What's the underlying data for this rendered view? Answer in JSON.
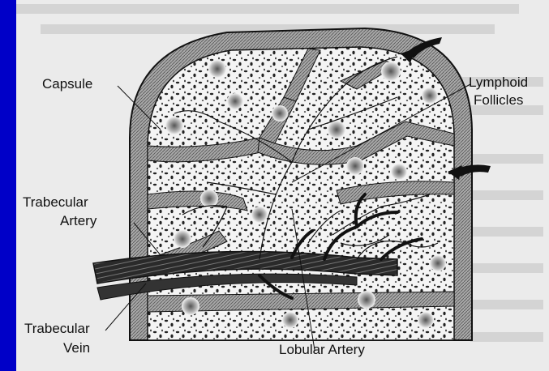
{
  "colors": {
    "background": "#0000c8",
    "page": "#ebebeb",
    "ink": "#111111",
    "capsule_fill": "#9a9a9a"
  },
  "labels": {
    "capsule": "Capsule",
    "lymphoid_follicles_line1": "Lymphoid",
    "lymphoid_follicles_line2": "Follicles",
    "trabecular_artery_line1": "Trabecular",
    "trabecular_artery_line2": "Artery",
    "trabecular_vein_line1": "Trabecular",
    "trabecular_vein_line2": "Vein",
    "lobular_artery": "Lobular Artery"
  }
}
